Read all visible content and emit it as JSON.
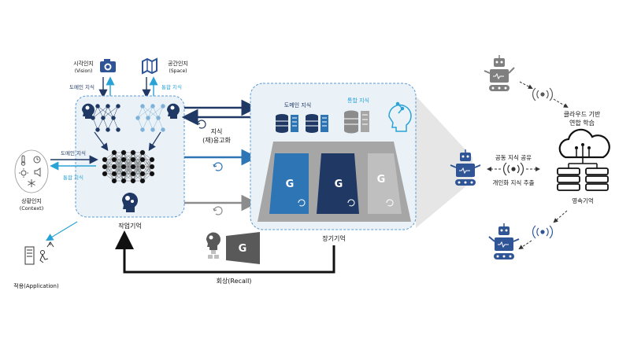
{
  "top": {
    "vision_label": "시각인지",
    "vision_sub": "(Vision)",
    "space_label": "공간인지",
    "space_sub": "(Space)",
    "domain_knowledge": "도메인 지식",
    "integrated_knowledge": "통합 지식"
  },
  "left": {
    "domain_knowledge": "도메인 지식",
    "integrated_knowledge": "통합 지식",
    "context_label": "상황인지",
    "context_sub": "(Context)",
    "application_label": "적용(Application)"
  },
  "working_memory": {
    "label": "작업기억"
  },
  "middle": {
    "consolidation_line1": "지식",
    "consolidation_line2": "(재)응고화",
    "recall_label": "회상(Recall)",
    "gen_letter": "G"
  },
  "long_term": {
    "label": "장기기억",
    "domain_knowledge": "도메인 지식",
    "integrated_knowledge": "통합 지식",
    "gen_letters": [
      "G",
      "G",
      "G"
    ]
  },
  "right": {
    "cloud_line1": "클라우드 기반",
    "cloud_line2": "연합 학습",
    "shared_knowledge": "공동 지식 공유",
    "personal_knowledge": "개인화 지식 추출",
    "permanent_memory": "영속기억"
  },
  "colors": {
    "navy": "#1f3864",
    "blue": "#2e75b6",
    "light_blue": "#29a3d6",
    "panel_fill": "#eaf2f8",
    "gray_arrow": "#8c8c8c",
    "robot_gray": "#7f7f7f",
    "robot_blue": "#2f5597"
  }
}
